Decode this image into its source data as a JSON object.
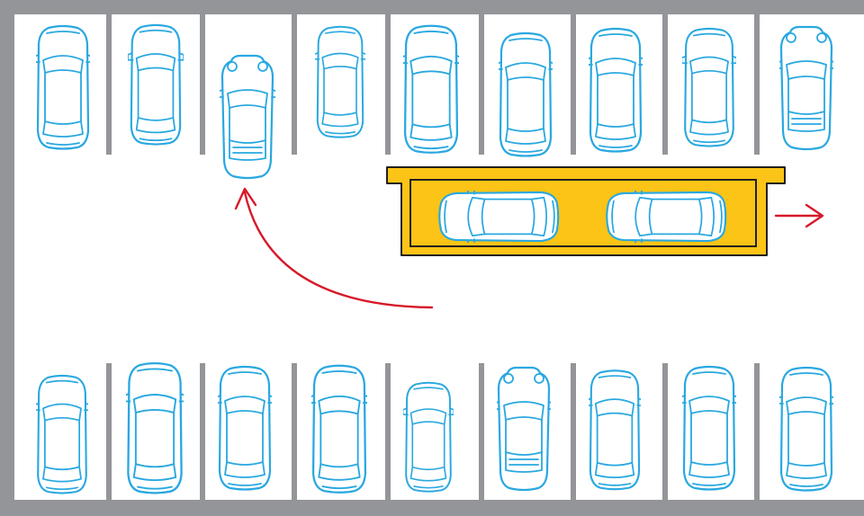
{
  "colors": {
    "background": "#ffffff",
    "wall": "#939598",
    "car_stroke": "#29a8e0",
    "shuttle_fill": "#fbc416",
    "shuttle_stroke": "#231f20",
    "arrow": "#d7182a"
  },
  "scene": {
    "top_row_cars": 9,
    "bottom_row_cars": 9,
    "parked_cars_on_shuttle": 2,
    "top_row_empty_slot": 3,
    "moving_car_slot": 3
  },
  "icons": {
    "move_arrow": "arrow-right-icon",
    "path_arrow": "curved-arrow-icon",
    "car": "car-top-view-icon"
  }
}
